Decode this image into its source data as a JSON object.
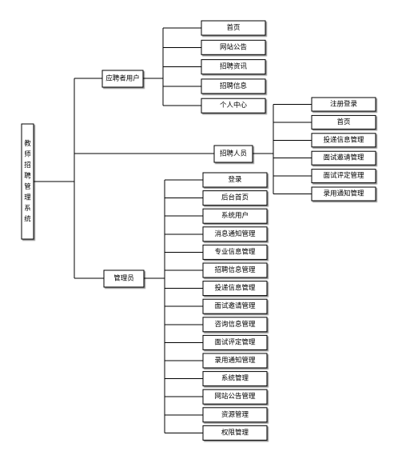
{
  "diagram": {
    "type": "tree",
    "root": {
      "label": "教师招聘管理系统",
      "children": [
        {
          "label": "应聘者用户",
          "children": [
            "首页",
            "网站公告",
            "招聘资讯",
            "招聘信息",
            "个人中心"
          ]
        },
        {
          "label": "招聘人员",
          "children": [
            "注册登录",
            "首页",
            "投递信息管理",
            "面试邀请管理",
            "面试评定管理",
            "录用通知管理"
          ]
        },
        {
          "label": "管理员",
          "children": [
            "登录",
            "后台首页",
            "系统用户",
            "消息通知管理",
            "专业信息管理",
            "招聘信息管理",
            "投递信息管理",
            "面试邀请管理",
            "咨询信息管理",
            "面试评定管理",
            "录用通知管理",
            "系统管理",
            "网站公告管理",
            "资源管理",
            "权限管理"
          ]
        }
      ]
    }
  }
}
